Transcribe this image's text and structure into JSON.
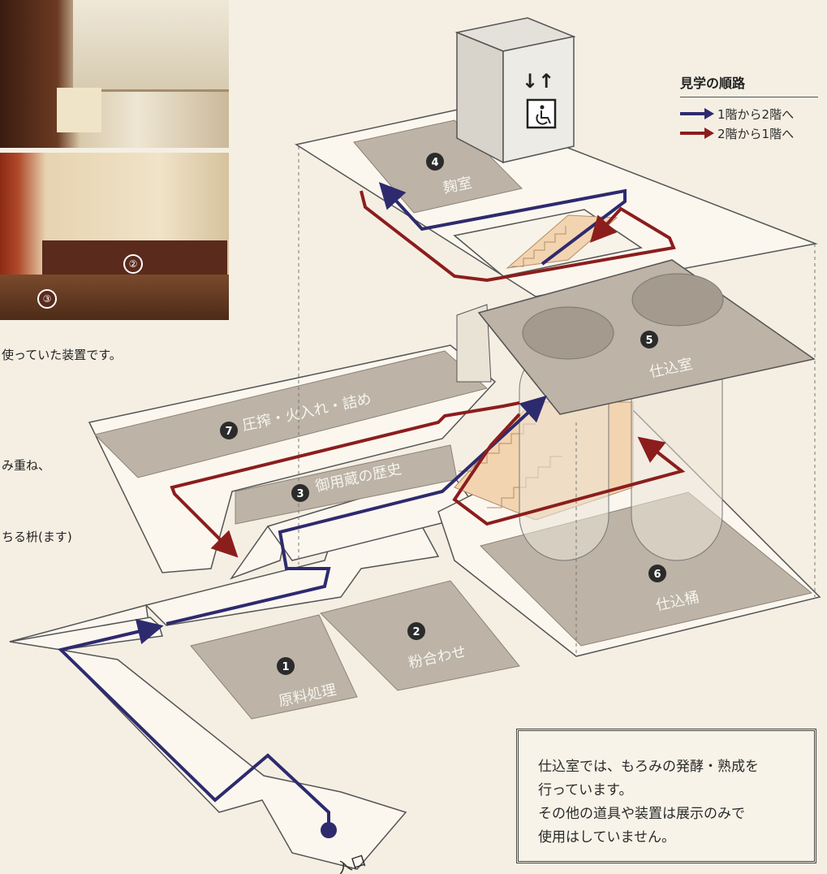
{
  "photo_badges": {
    "two": "②",
    "three": "③"
  },
  "side_texts": [
    "使っていた装置です。",
    "み重ね、",
    "ちる枡(ます)"
  ],
  "legend": {
    "title": "見学の順路",
    "items": [
      {
        "label": "1階から2階へ",
        "color": "#2e2a6e"
      },
      {
        "label": "2階から1階へ",
        "color": "#8c1d1d"
      }
    ]
  },
  "elevator_symbol": "↓↑",
  "rooms": [
    {
      "num": "1",
      "name": "原料処理"
    },
    {
      "num": "2",
      "name": "粉合わせ"
    },
    {
      "num": "3",
      "name": "御用蔵の歴史"
    },
    {
      "num": "4",
      "name": "麹室"
    },
    {
      "num": "5",
      "name": "仕込室"
    },
    {
      "num": "6",
      "name": "仕込桶"
    },
    {
      "num": "7",
      "name": "圧搾・火入れ・詰め"
    }
  ],
  "entrance_label": "入口",
  "note": [
    "仕込室では、もろみの発酵・熟成を",
    "行っています。",
    "その他の道具や装置は展示のみで",
    "使用はしていません。"
  ],
  "colors": {
    "route_up": "#2e2a6e",
    "route_down": "#8c1d1d",
    "floor": "#bdb3a6",
    "stairs": "#f3d4b0",
    "background": "#f5efe3"
  }
}
